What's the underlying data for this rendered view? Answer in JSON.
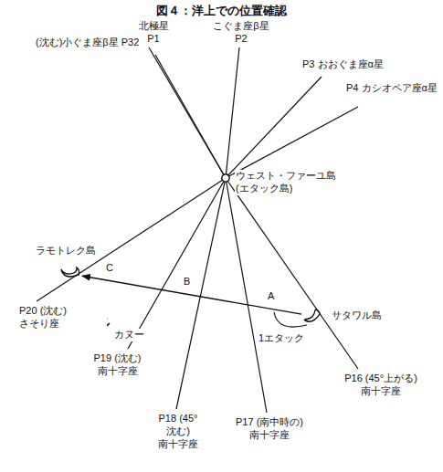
{
  "diagram": {
    "title": "図４：洋上での位置確認",
    "nodes": [
      {
        "text": [
          "ウェスト・ファーユ島 (エタック島)"
        ]
      },
      {
        "text": [
          "ラモトレク島"
        ]
      },
      {
        "text": [
          "サタワル島"
        ]
      }
    ],
    "edges": [
      {
        "from": 2,
        "to": 1,
        "arrow": "to"
      }
    ],
    "labels": [
      "北極星 P1",
      "こぐま座β星 P2",
      "P3 おおぐま座α星",
      "P4 カシオペア座α星",
      "(沈む)小ぐま座β星 P32",
      "P20 (沈む)さそり座",
      "P19 (沈む)南十字座",
      "P18 (45°沈む) 南十字座",
      "P17 (南中時の) 南十字座",
      "P16 (45°上がる) 南十字座",
      "A",
      "B",
      "C",
      "カヌー",
      "1エタック"
    ]
  }
}
